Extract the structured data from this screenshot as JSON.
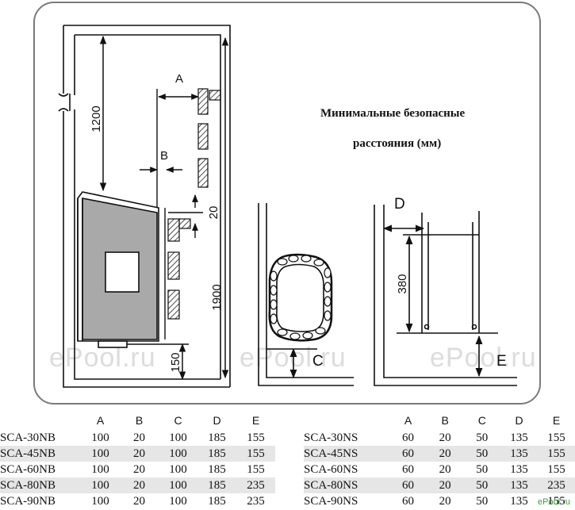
{
  "title": {
    "line1": "Минимальные безопасные",
    "line2": "расстояния (мм)"
  },
  "diagram_labels": {
    "a": "A",
    "b": "B",
    "c": "C",
    "d": "D",
    "e": "E",
    "dim_1200": "1200",
    "dim_20": "20",
    "dim_1900": "1900",
    "dim_150": "150",
    "dim_380": "380"
  },
  "watermark": {
    "text1": "ePool.ru",
    "text2": "ePool.ru",
    "text3": "ePool.ru",
    "brand": "ePool.ru"
  },
  "table_nb": {
    "headers": [
      "",
      "A",
      "B",
      "C",
      "D",
      "E"
    ],
    "rows": [
      [
        "SCA-30NB",
        "100",
        "20",
        "100",
        "185",
        "155"
      ],
      [
        "SCA-45NB",
        "100",
        "20",
        "100",
        "185",
        "155"
      ],
      [
        "SCA-60NB",
        "100",
        "20",
        "100",
        "185",
        "155"
      ],
      [
        "SCA-80NB",
        "100",
        "20",
        "100",
        "185",
        "235"
      ],
      [
        "SCA-90NB",
        "100",
        "20",
        "100",
        "185",
        "235"
      ]
    ]
  },
  "table_ns": {
    "headers": [
      "",
      "A",
      "B",
      "C",
      "D",
      "E"
    ],
    "rows": [
      [
        "SCA-30NS",
        "60",
        "20",
        "50",
        "135",
        "155"
      ],
      [
        "SCA-45NS",
        "60",
        "20",
        "50",
        "135",
        "155"
      ],
      [
        "SCA-60NS",
        "60",
        "20",
        "50",
        "135",
        "155"
      ],
      [
        "SCA-80NS",
        "60",
        "20",
        "50",
        "135",
        "235"
      ],
      [
        "SCA-90NS",
        "60",
        "20",
        "50",
        "135",
        "155"
      ]
    ]
  }
}
